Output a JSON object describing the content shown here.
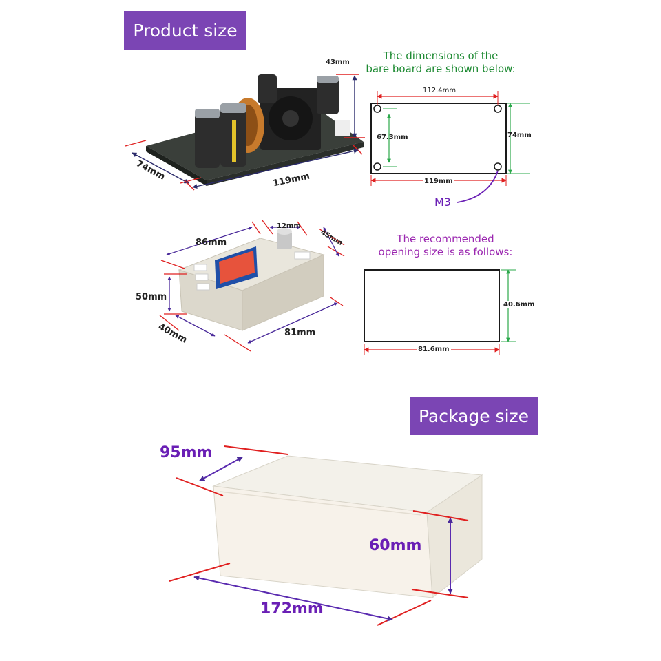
{
  "product_section": {
    "banner": "Product size",
    "board_photo_dims": {
      "height": "43mm",
      "width": "74mm",
      "length": "119mm"
    },
    "bare_board_note": [
      "The dimensions of the",
      "bare board are shown below:"
    ],
    "bare_board_diagram": {
      "hole_spacing_x": "112.4mm",
      "hole_spacing_y": "67.3mm",
      "board_height": "74mm",
      "board_length": "119mm",
      "screw_label": "M3"
    },
    "module_photo_dims": {
      "knob": "12mm",
      "depth": "45mm",
      "top_width": "86mm",
      "height": "50mm",
      "side": "40mm",
      "bottom_width": "81mm"
    },
    "opening_note": [
      "The recommended",
      "opening size is as follows:"
    ],
    "opening_diagram": {
      "height": "40.6mm",
      "width": "81.6mm"
    }
  },
  "package_section": {
    "banner": "Package size",
    "dims": {
      "width": "95mm",
      "height": "60mm",
      "length": "172mm"
    }
  },
  "colors": {
    "banner_bg": "#7b45b4",
    "dimension_line": "#e02020",
    "green_note": "#1d8a32",
    "purple_note": "#9b27b0"
  }
}
